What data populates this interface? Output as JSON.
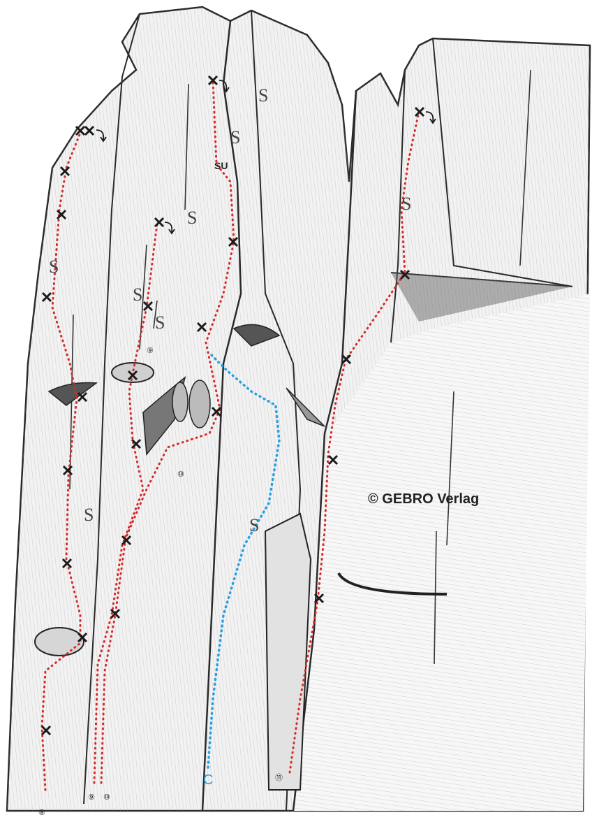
{
  "copyright": "© GEBRO Verlag",
  "colors": {
    "route": "#d42a2a",
    "variant": "#2aa0e0",
    "bolt": "#1a1a1a",
    "rock_line": "#2a2a2a",
    "rock_shade": "#bdbdbd"
  },
  "icons": {
    "bolt": "x-mark-icon",
    "anchor": "lower-off-arrow-icon"
  },
  "labels": {
    "route_8": "⑧",
    "route_9_start": "⑨",
    "route_10_start": "⑩",
    "route_9_mid": "⑨",
    "route_10_mid": "⑩",
    "route_11": "⑪",
    "variant_c": "C",
    "su": "SU"
  },
  "symbols": {
    "sling": "S"
  }
}
